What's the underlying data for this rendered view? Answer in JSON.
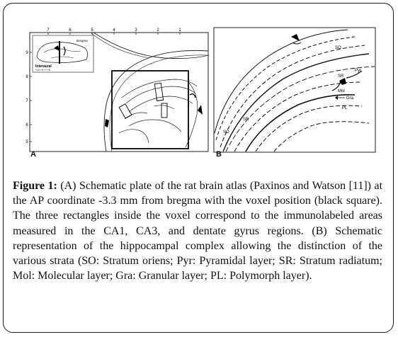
{
  "figure": {
    "panel_a": {
      "label": "A",
      "axis_top_ticks": [
        "7",
        "6",
        "5",
        "4",
        "3",
        "2",
        "1"
      ],
      "axis_left_ticks": [
        "9",
        "8",
        "7",
        "6",
        "5"
      ],
      "inset_label_1": "Bregma",
      "inset_label_2": "Interaural",
      "inset_scale_label": "+10 +9 +7 +5"
    },
    "panel_b": {
      "label": "B",
      "strata_labels": {
        "so_top": "SO",
        "pyr": "Pyr",
        "sr_top": "SR",
        "mol": "Mol",
        "gra": "Gra",
        "pl": "PL",
        "sr_left": "SR",
        "so_left": "SO"
      }
    }
  },
  "caption": {
    "label": "Figure 1:",
    "text": " (A) Schematic plate of the rat brain atlas (Paxinos and Watson [11]) at the AP coordinate -3.3 mm from bregma with the voxel position (black square). The three rectangles inside the voxel correspond to the immunolabeled areas measured in the CA1, CA3, and dentate gyrus regions. (B) Schematic representation of the hippocampal complex allowing the distinction of the various strata (SO: Stratum oriens; Pyr: Pyramidal layer; SR: Stratum radiatum; Mol: Molecular layer; Gra: Granular layer; PL: Polymorph layer)."
  }
}
